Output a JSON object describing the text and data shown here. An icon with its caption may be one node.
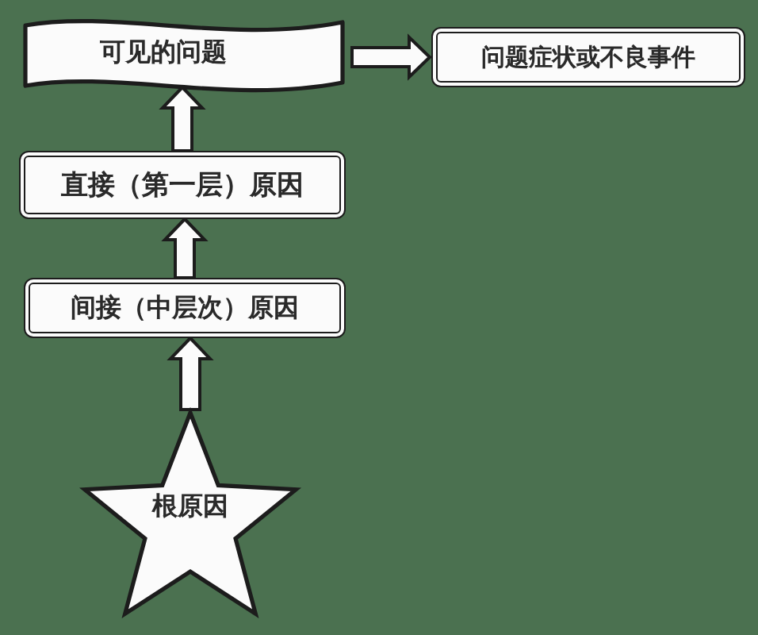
{
  "diagram": {
    "nodes": [
      {
        "text": [
          "可见的问题"
        ]
      },
      {
        "text": [
          "问题症状或不良事件"
        ]
      },
      {
        "text": [
          "直接（第一层）原因"
        ]
      },
      {
        "text": [
          "间接（中层次）原因"
        ]
      },
      {
        "text": [
          "根原因"
        ]
      }
    ],
    "edges": [
      {
        "from": 0,
        "to": 1,
        "arrow": "to"
      },
      {
        "from": 2,
        "to": 0,
        "arrow": "to"
      },
      {
        "from": 3,
        "to": 2,
        "arrow": "to"
      },
      {
        "from": 4,
        "to": 3,
        "arrow": "to"
      }
    ]
  }
}
